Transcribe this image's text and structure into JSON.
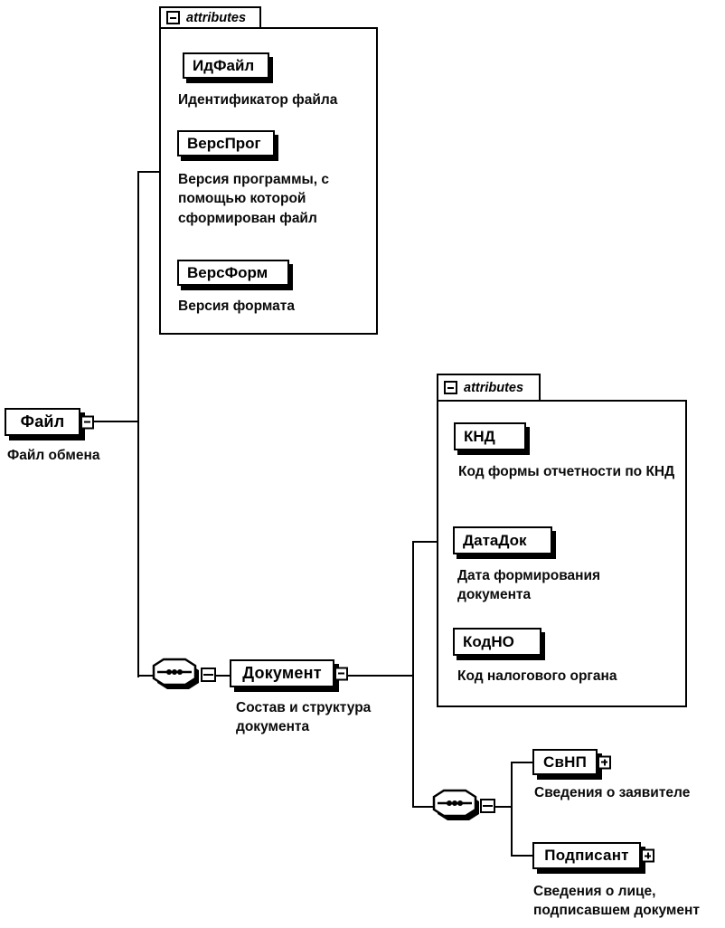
{
  "root": {
    "name": "Файл",
    "annotation": "Файл обмена"
  },
  "file_attrs": {
    "label": "attributes",
    "items": [
      {
        "name": "ИдФайл",
        "annotation": "Идентификатор файла"
      },
      {
        "name": "ВерсПрог",
        "annotation": "Версия программы, с помощью которой сформирован файл"
      },
      {
        "name": "ВерсФорм",
        "annotation": "Версия формата"
      }
    ]
  },
  "document": {
    "name": "Документ",
    "annotation": "Состав и структура документа"
  },
  "doc_attrs": {
    "label": "attributes",
    "items": [
      {
        "name": "КНД",
        "annotation": "Код формы отчетности по КНД"
      },
      {
        "name": "ДатаДок",
        "annotation": "Дата формирования документа"
      },
      {
        "name": "КодНО",
        "annotation": "Код налогового органа"
      }
    ]
  },
  "doc_children": [
    {
      "name": "СвНП",
      "annotation": "Сведения о заявителе"
    },
    {
      "name": "Подписант",
      "annotation": "Сведения о лице, подписавшем документ"
    }
  ],
  "icons": {
    "collapse": "minus-icon",
    "expand": "plus-icon",
    "sequence": "sequence-icon"
  },
  "colors": {
    "line": "#000000",
    "fill": "#ffffff",
    "background": "#ffffff"
  }
}
